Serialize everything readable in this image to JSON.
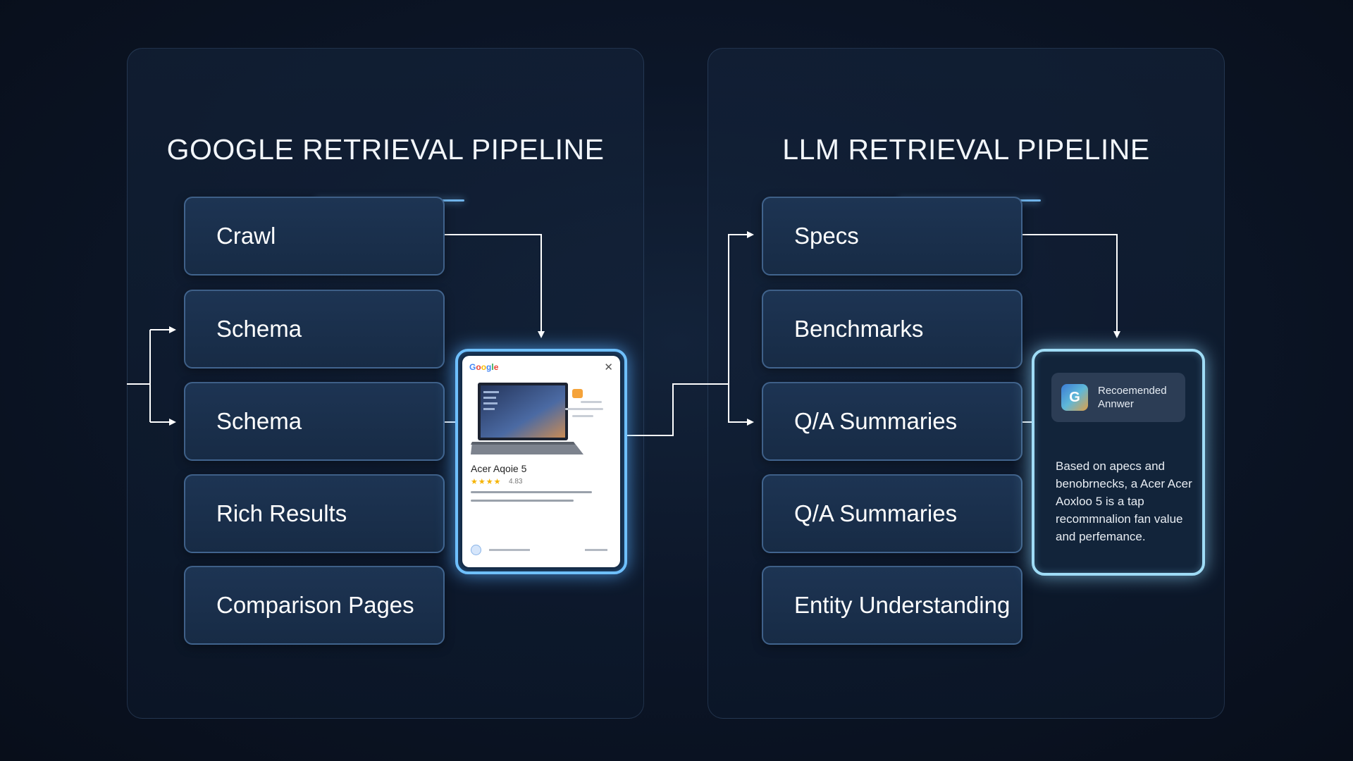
{
  "google_pipeline": {
    "title": "GOOGLE RETRIEVAL PIPELINE",
    "steps": [
      "Crawl",
      "Schema",
      "Schema",
      "Rich Results",
      "Comparison Pages"
    ],
    "result_card": {
      "close_glyph": "✕",
      "product_name": "Acer Aqoie 5",
      "stars": "★★★★",
      "rating": "4.83"
    }
  },
  "llm_pipeline": {
    "title": "LLM RETRIEVAL PIPELINE",
    "steps": [
      "Specs",
      "Benchmarks",
      "Q/A Summaries",
      "Q/A Summaries",
      "Entity Understanding"
    ],
    "answer_card": {
      "header_label": "Recoemended Annwer",
      "body": "Based on apecs and benobrnecks, a Acer Acer Aoxloo 5 is a tap recommnalion fan value and perfemance."
    }
  },
  "colors": {
    "accent": "#6fb3ea",
    "card_glow": "#6fc0ff",
    "answer_glow": "#9fdcf6",
    "connector": "#ffffff"
  }
}
